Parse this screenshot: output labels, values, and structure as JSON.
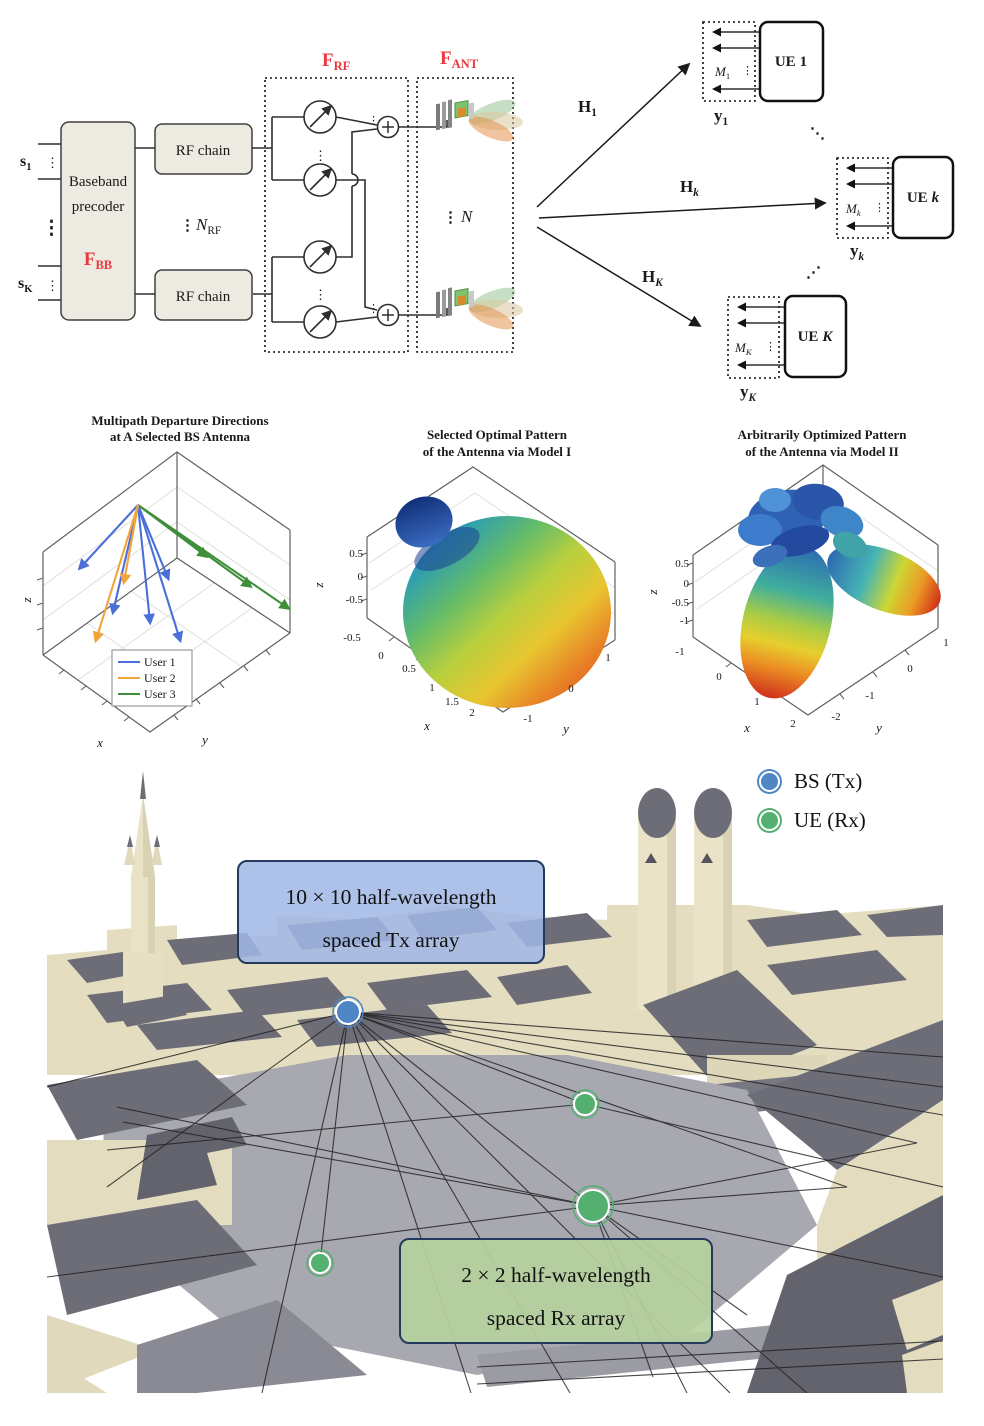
{
  "colors": {
    "accent_red": "#e8393f",
    "diagram_box_fill": "#edeae2",
    "diagram_box_stroke": "#3f3f3f",
    "quiver_blue": "#4b6fd9",
    "quiver_orange": "#f0a43a",
    "quiver_green": "#3f8f3a",
    "bs_blue": "#4e86c6",
    "ue_green": "#53b06e",
    "tx_box_fill": "#a0b7e5",
    "tx_box_border": "#24395e",
    "rx_box_fill": "#b6d19e",
    "rx_box_border": "#24395e",
    "building_wall": "#e3dcbe",
    "building_roof": "#6d6d78",
    "ground": "#a8a8b0"
  },
  "block_diagram": {
    "vdots": "⋮",
    "ddots_down": "⋱",
    "ddots_up": "⋰",
    "inputs": [
      {
        "base": "s",
        "sub": "1"
      },
      {
        "base": "s",
        "sub": "K"
      }
    ],
    "baseband_line1": "Baseband",
    "baseband_line2": "precoder",
    "fbb": {
      "base": "F",
      "sub": "BB"
    },
    "rf_chain_top": "RF chain",
    "rf_chain_bottom": "RF chain",
    "nrf": {
      "base": "N",
      "sub": "RF"
    },
    "frf": {
      "base": "F",
      "sub": "RF"
    },
    "fant": {
      "base": "F",
      "sub": "ANT"
    },
    "n_antennas": "N",
    "channels": [
      {
        "base": "H",
        "sub": "1"
      },
      {
        "base": "H",
        "sub": "k"
      },
      {
        "base": "H",
        "sub": "K"
      }
    ],
    "ues": [
      {
        "label": "UE",
        "suffix": "1",
        "m": {
          "base": "M",
          "sub": "1"
        },
        "y": {
          "base": "y",
          "sub": "1"
        }
      },
      {
        "label": "UE",
        "suffix": "k",
        "m": {
          "base": "M",
          "sub": "k"
        },
        "y": {
          "base": "y",
          "sub": "k"
        }
      },
      {
        "label": "UE",
        "suffix": "K",
        "m": {
          "base": "M",
          "sub": "K"
        },
        "y": {
          "base": "y",
          "sub": "K"
        }
      }
    ]
  },
  "chart_data": [
    {
      "type": "scatter",
      "subtype": "3d-quiver",
      "title_line1": "Multipath Departure Directions",
      "title_line2": "at A Selected BS Antenna",
      "xlabel": "x",
      "ylabel": "y",
      "zlabel": "z",
      "grid": true,
      "legend_position": "lower center",
      "legend": [
        {
          "label": "User 1",
          "color": "#4b6fd9"
        },
        {
          "label": "User 2",
          "color": "#f0a43a"
        },
        {
          "label": "User 3",
          "color": "#3f8f3a"
        }
      ],
      "series": [
        {
          "name": "User 1",
          "color": "#4b6fd9",
          "arrow_count": 5,
          "directions": "fan of rays from common origin pointing down-left to down-right"
        },
        {
          "name": "User 2",
          "color": "#f0a43a",
          "arrow_count": 2,
          "directions": "steep rays pointing down and down-left"
        },
        {
          "name": "User 3",
          "color": "#3f8f3a",
          "arrow_count": 3,
          "directions": "long rays pointing toward +y (right), slightly downward"
        }
      ]
    },
    {
      "type": "area",
      "subtype": "3d-surface-radiation-pattern",
      "title_line1": "Selected Optimal Pattern",
      "title_line2": "of the Antenna via Model I",
      "xlabel": "x",
      "ylabel": "y",
      "zlabel": "z",
      "xticks": [
        "-0.5",
        "0",
        "0.5",
        "1",
        "1.5",
        "2"
      ],
      "yticks": [
        "1",
        "0",
        "-1"
      ],
      "zticks": [
        "0.5",
        "0",
        "-0.5"
      ],
      "colormap": "jet",
      "description": "single dominant quasi-spherical lobe toward +x (red/orange front, blue top) with a small dark-blue side lobe at the upper left"
    },
    {
      "type": "area",
      "subtype": "3d-surface-radiation-pattern",
      "title_line1": "Arbitrarily Optimized Pattern",
      "title_line2": "of the Antenna via Model II",
      "xlabel": "x",
      "ylabel": "y",
      "zlabel": "z",
      "xticks": [
        "-1",
        "0",
        "1",
        "2"
      ],
      "yticks": [
        "1",
        "0",
        "-1",
        "-2"
      ],
      "zticks": [
        "0.5",
        "0",
        "-0.5",
        "-1"
      ],
      "colormap": "jet",
      "description": "two elongated lobes (one downward toward +x/-z with red tip, one toward -y with red tip) below a rippled dark-blue upper region"
    }
  ],
  "city": {
    "legend": [
      {
        "label": "BS (Tx)",
        "color": "#4e86c6"
      },
      {
        "label": "UE (Rx)",
        "color": "#53b06e"
      }
    ],
    "tx_annotation_line1": "10 × 10 half-wavelength",
    "tx_annotation_line2": "spaced Tx array",
    "rx_annotation_line1": "2 × 2 half-wavelength",
    "rx_annotation_line2": "spaced Rx array",
    "bs_count": 1,
    "ue_count": 3
  }
}
